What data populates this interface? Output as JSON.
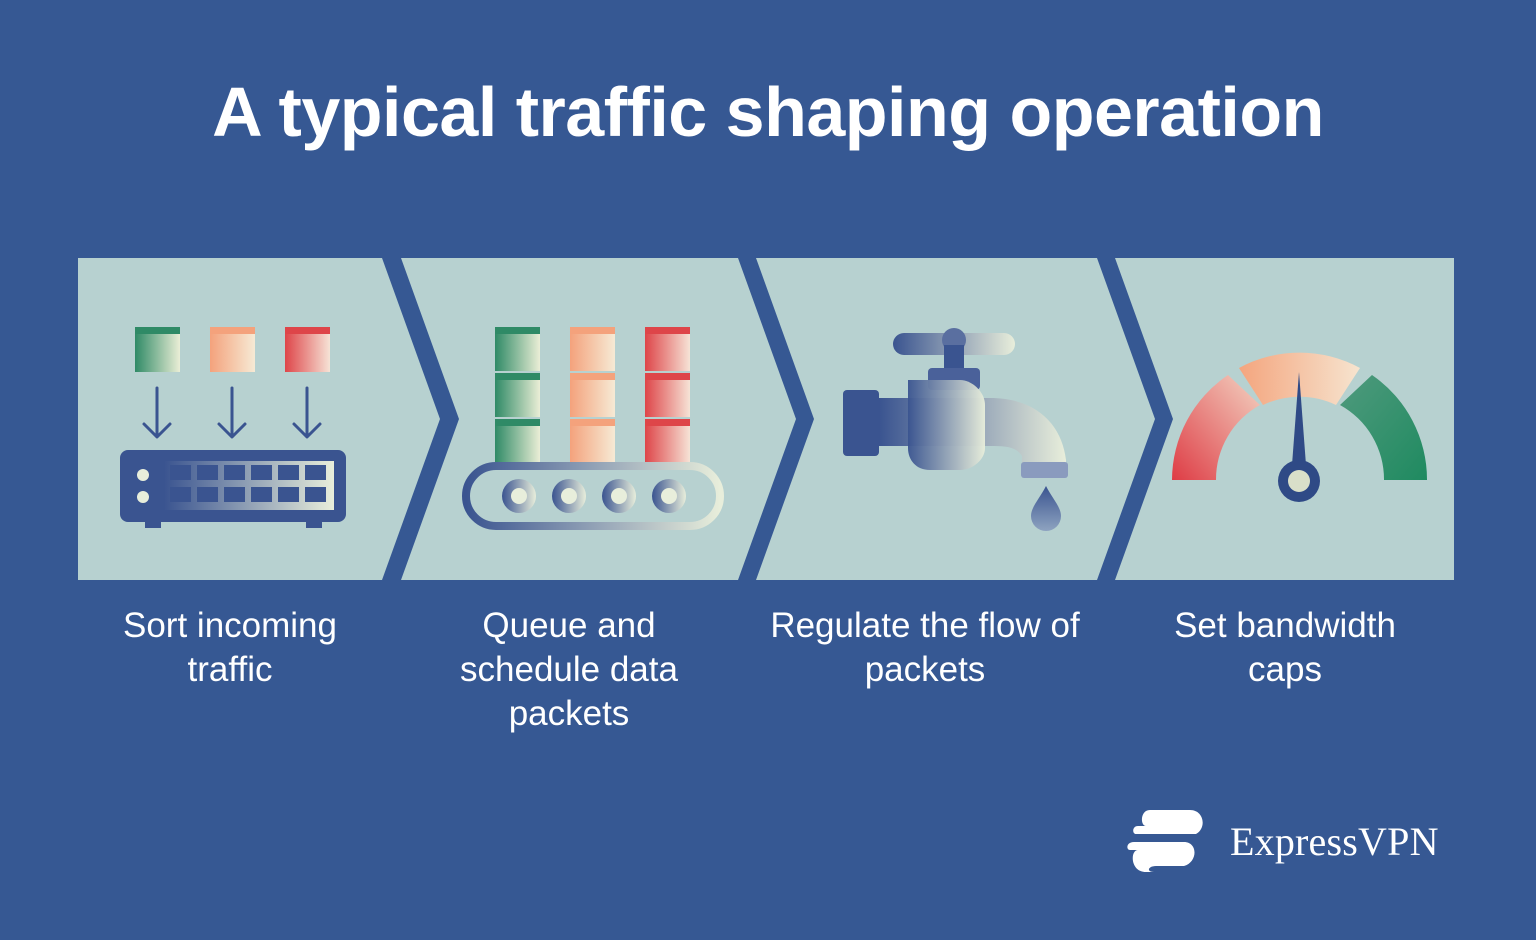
{
  "title": "A typical traffic shaping operation",
  "steps": [
    {
      "label": "Sort incoming traffic",
      "icon": "network-switch-icon"
    },
    {
      "label": "Queue and schedule data packets",
      "icon": "conveyor-belt-icon"
    },
    {
      "label": "Regulate the flow of packets",
      "icon": "water-tap-icon"
    },
    {
      "label": "Set bandwidth caps",
      "icon": "speedometer-gauge-icon"
    }
  ],
  "brand": {
    "name": "ExpressVPN",
    "icon": "expressvpn-logo-icon"
  },
  "colors": {
    "background": "#365893",
    "panel": "#b7d1d0",
    "icon_blue": "#3a5490",
    "green": "#2f8a66",
    "orange": "#f2a27b",
    "red": "#de4549"
  }
}
